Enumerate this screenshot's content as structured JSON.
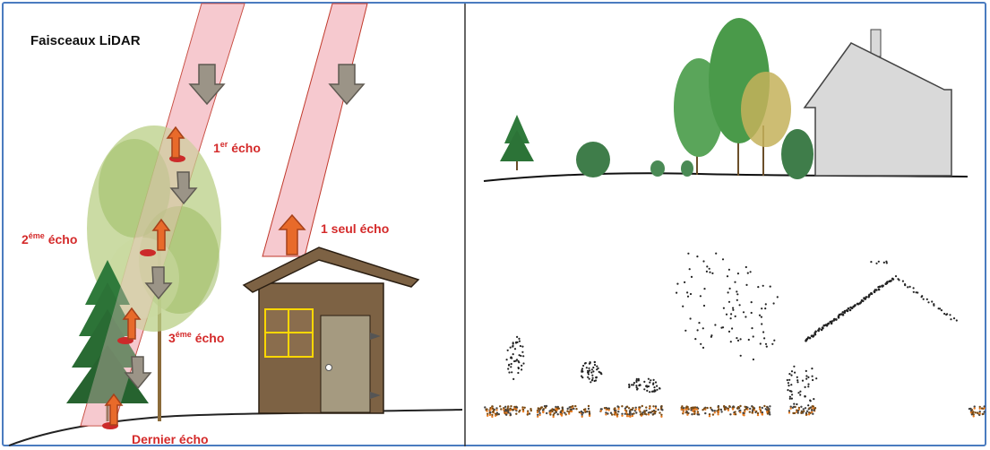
{
  "title": "Faisceaux LiDAR",
  "echoes": {
    "first_prefix": "1",
    "first_sup": "er",
    "first_suffix": " écho",
    "second_prefix": "2",
    "second_sup": "éme",
    "second_suffix": " écho",
    "third_prefix": "3",
    "third_sup": "éme",
    "third_suffix": " écho",
    "last": "Dernier écho",
    "single": "1 seul écho"
  },
  "colors": {
    "beam_fill": "#f6c9cf",
    "beam_stroke": "#c0392b",
    "arrow_down": "#9b9487",
    "arrow_up": "#e86a2a",
    "label_red": "#d42a2a",
    "cabin": "#7d6244",
    "roof": "#7d6244",
    "door": "#a59a80",
    "window": "#ffd700",
    "house": "#d9d9d9",
    "frame": "#4a7bbf"
  },
  "icons": {
    "down_arrow": "gray-down-arrow-icon",
    "up_arrow": "orange-up-arrow-icon"
  }
}
